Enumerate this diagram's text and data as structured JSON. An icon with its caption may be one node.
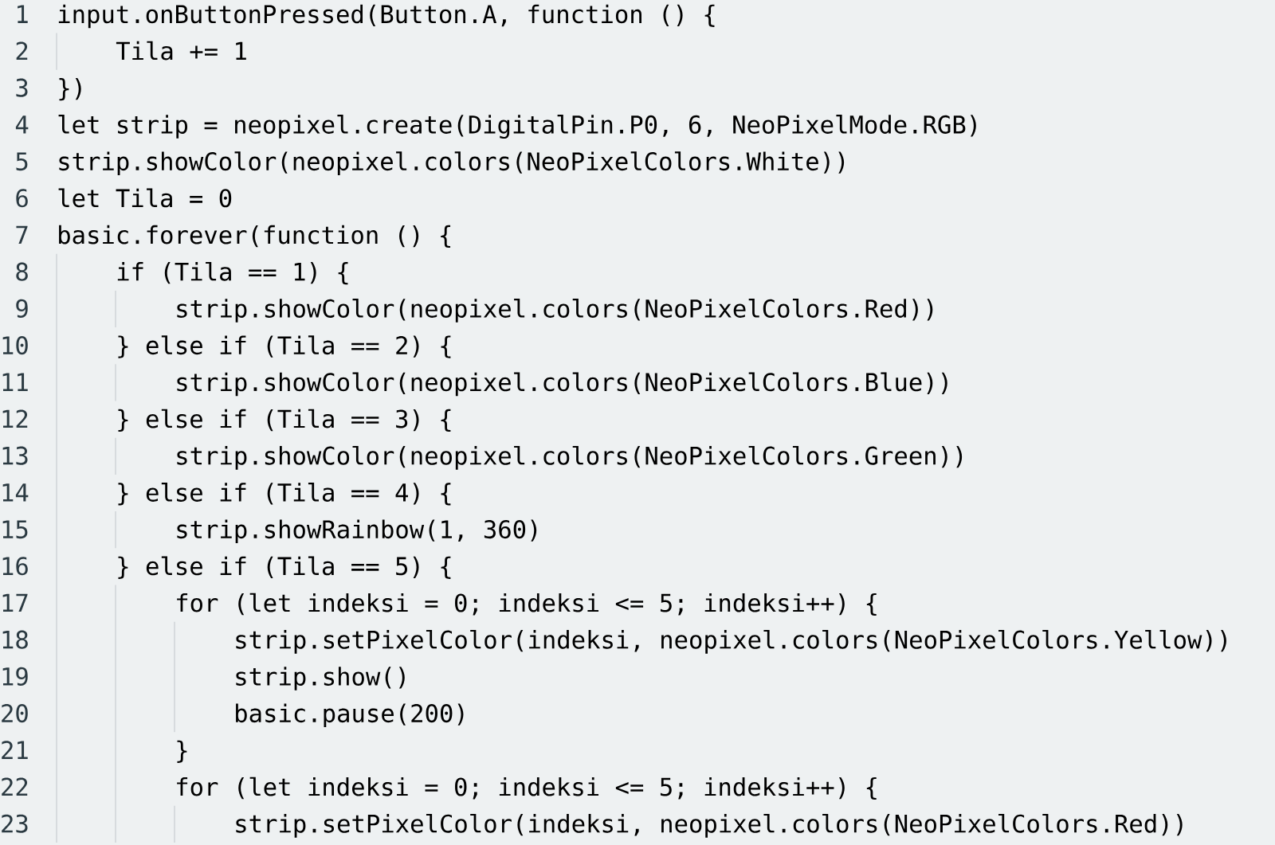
{
  "diagram": {
    "labels": [
      "1",
      "input.onButtonPressed(Button.A, function () {",
      "2",
      "Tila += 1",
      "3",
      "})",
      "4",
      "let strip = neopixel.create(DigitalPin.P0, 6, NeoPixelMode.RGB)",
      "5",
      "strip.showColor(neopixel.colors(NeoPixelColors.White))",
      "6",
      "let Tila = 0",
      "7",
      "basic.forever(function () {",
      "8",
      "if (Tila == 1) {",
      "9",
      "strip.showColor(neopixel.colors(NeoPixelColors.Red))",
      "10",
      "} else if (Tila == 2) {",
      "11",
      "strip.showColor(neopixel.colors(NeoPixelColors.Blue))",
      "12",
      "} else if (Tila == 3) {",
      "13",
      "strip.showColor(neopixel.colors(NeoPixelColors.Green))",
      "14",
      "} else if (Tila == 4) {",
      "15",
      "strip.showRainbow(1, 360)",
      "16",
      "} else if (Tila == 5) {",
      "17",
      "for (let indeksi = 0; indeksi <= 5; indeksi++) {",
      "18",
      "strip.setPixelColor(indeksi, neopixel.colors(NeoPixelColors.Yellow))",
      "19",
      "strip.show()",
      "20",
      "basic.pause(200)",
      "21",
      "}",
      "22",
      "for (let indeksi = 0; indeksi <= 5; indeksi++) {",
      "23",
      "strip.setPixelColor(indeksi, neopixel.colors(NeoPixelColors.Red))"
    ]
  }
}
